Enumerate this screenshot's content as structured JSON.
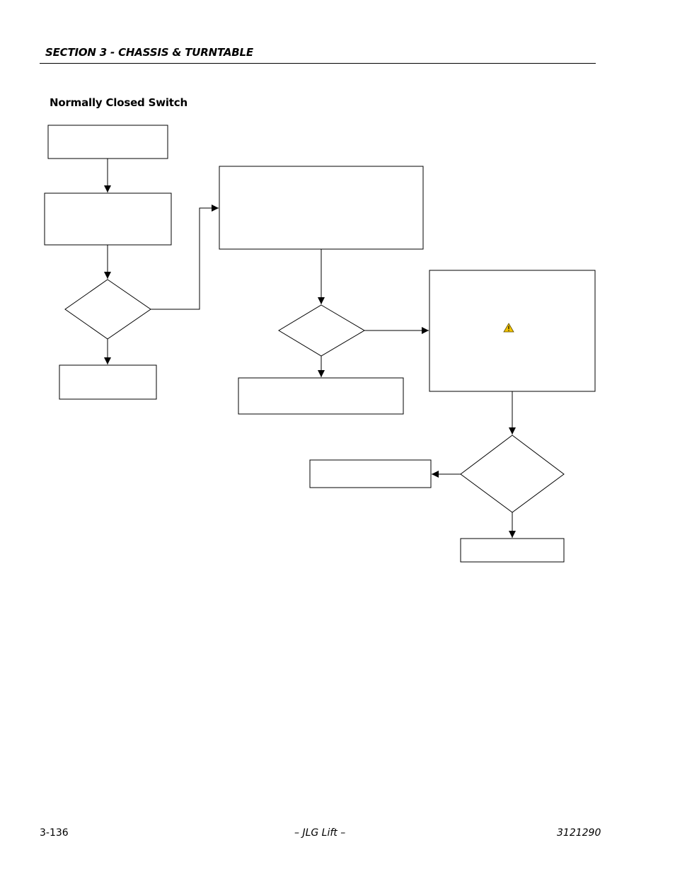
{
  "header": {
    "section_title": "SECTION 3 - CHASSIS & TURNTABLE"
  },
  "diagram": {
    "title": "Normally Closed Switch",
    "warning_icon": "warning-triangle-icon",
    "accent_color": "#f2c200"
  },
  "footer": {
    "page_number": "3-136",
    "brand": "– JLG Lift –",
    "document_number": "3121290"
  }
}
